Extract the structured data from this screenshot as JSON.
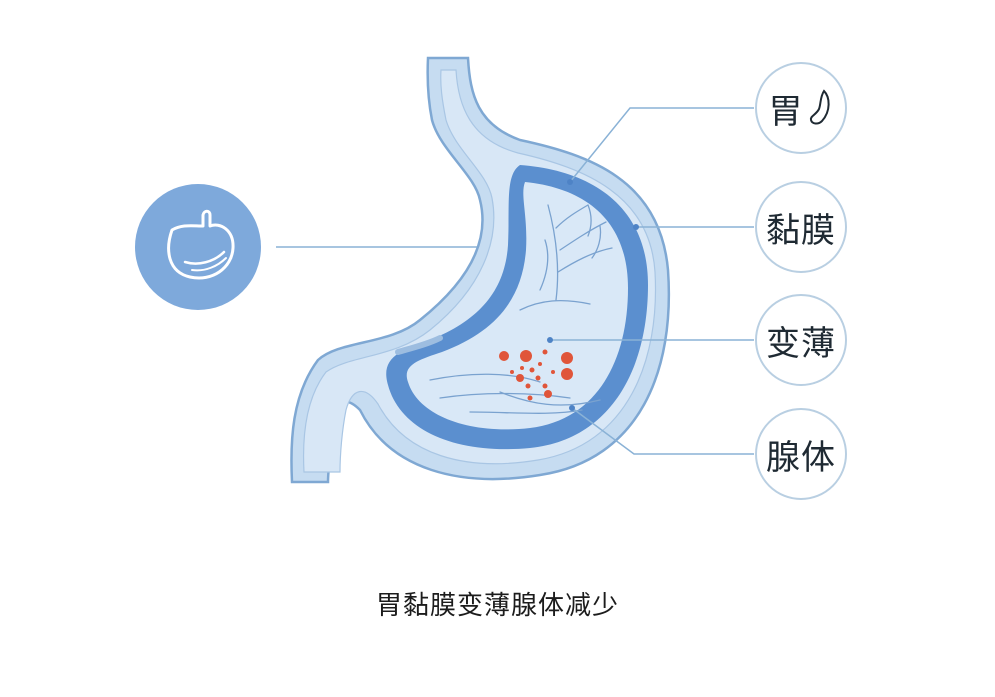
{
  "labels": {
    "stomach": "胃",
    "mucosa": "黏膜",
    "thinning": "变薄",
    "glands": "腺体"
  },
  "caption": "胃黏膜变薄腺体减少",
  "colors": {
    "outer_wall": "#c6dcf1",
    "outer_wall_stroke": "#7fa8d3",
    "muscle_layer": "#5b8fcf",
    "lumen": "#d9e8f7",
    "icon_circle": "#7ea9db",
    "inflammation_dot": "#e0553a",
    "leader_line": "#8ab2d6"
  }
}
